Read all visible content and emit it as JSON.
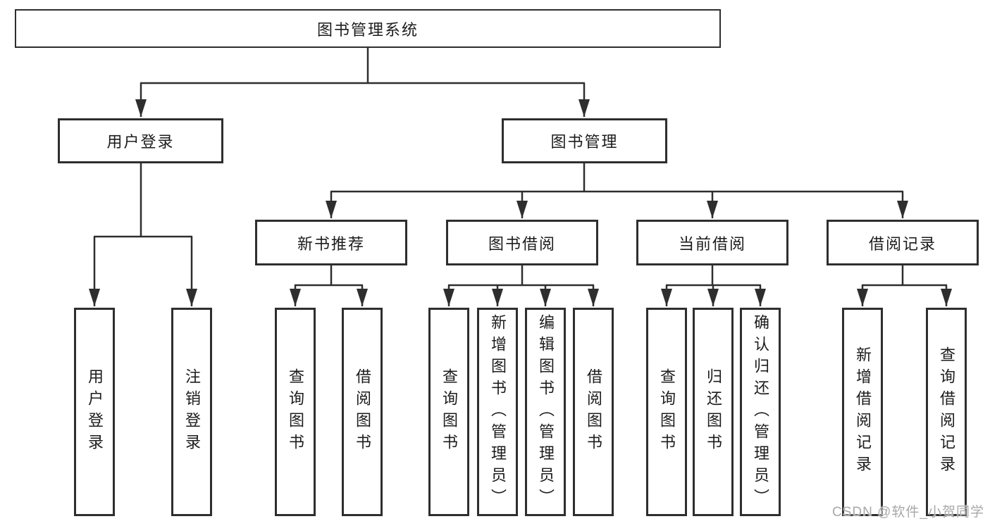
{
  "diagram": {
    "title": "图书管理系统",
    "root": {
      "label": "图书管理系统"
    },
    "login": {
      "label": "用户登录",
      "children": [
        "用户登录",
        "注销登录"
      ]
    },
    "management": {
      "label": "图书管理",
      "modules": [
        {
          "label": "新书推荐",
          "children": [
            "查询图书",
            "借阅图书"
          ]
        },
        {
          "label": "图书借阅",
          "children": [
            "查询图书",
            "新增图书（管理员）",
            "编辑图书（管理员）",
            "借阅图书"
          ]
        },
        {
          "label": "当前借阅",
          "children": [
            "查询图书",
            "归还图书",
            "确认归还（管理员）"
          ]
        },
        {
          "label": "借阅记录",
          "children": [
            "新增借阅记录",
            "查询借阅记录"
          ]
        }
      ]
    }
  },
  "watermark": "CSDN @软件_小贺同学",
  "colors": {
    "line": "#2e2e2e",
    "box_border": "#2e2e2e",
    "text": "#1c1c1c",
    "box_background": "#ffffff",
    "page_background": "#ffffff",
    "watermark": "#a8a8a8"
  }
}
